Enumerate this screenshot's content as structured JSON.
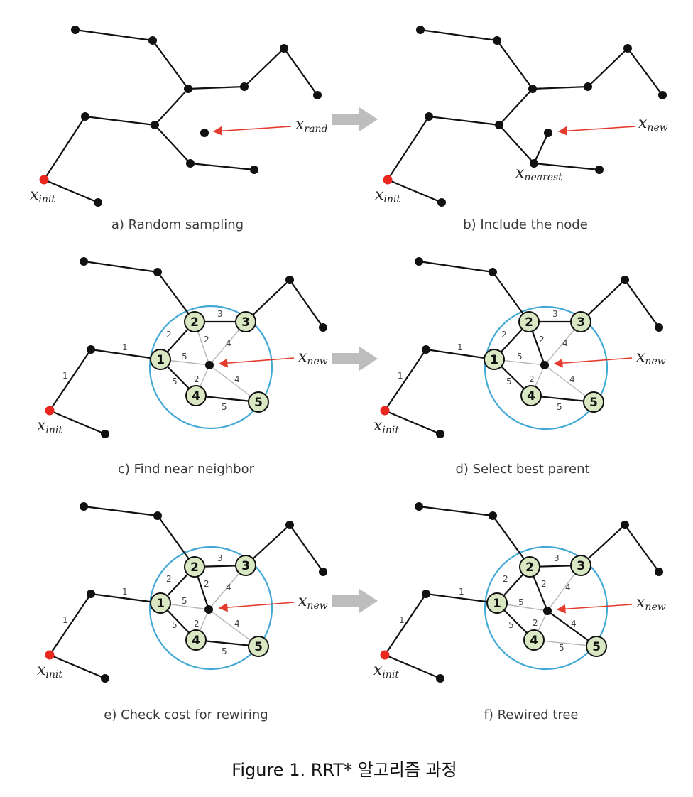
{
  "figure": {
    "title": "Figure 1. RRT* 알고리즘 과정",
    "panels": [
      {
        "id": "a",
        "caption": "a) Random sampling"
      },
      {
        "id": "b",
        "caption": "b) Include the node"
      },
      {
        "id": "c",
        "caption": "c) Find near neighbor"
      },
      {
        "id": "d",
        "caption": "d) Select best parent"
      },
      {
        "id": "e",
        "caption": "e) Check cost for rewiring"
      },
      {
        "id": "f",
        "caption": "f) Rewired tree"
      }
    ],
    "math_labels": {
      "x_init": {
        "base": "x",
        "sub": "init"
      },
      "x_rand": {
        "base": "x",
        "sub": "rand"
      },
      "x_new": {
        "base": "x",
        "sub": "new"
      },
      "x_nearest": {
        "base": "x",
        "sub": "nearest"
      }
    },
    "neighbor_node_labels": [
      "1",
      "2",
      "3",
      "4",
      "5"
    ],
    "edge_weights": {
      "root_edges": [
        "1",
        "1"
      ],
      "n1_n2": "2",
      "n2_n3": "3",
      "n1_n4": "5",
      "n4_n5": "5",
      "n1_new": "5",
      "n2_new": "2",
      "n3_new": "4",
      "n4_new": "2",
      "n5_new": "4"
    },
    "colors": {
      "tree_edge": "#111111",
      "node": "#111111",
      "root_node": "#e8281e",
      "arrow": "#e53b2f",
      "neighborhood_circle": "#42a8d6",
      "neighbor_node_fill": "#d9e8c2",
      "candidate_edge": "#b5b5b5",
      "process_arrow": "#bdbdbd"
    }
  }
}
